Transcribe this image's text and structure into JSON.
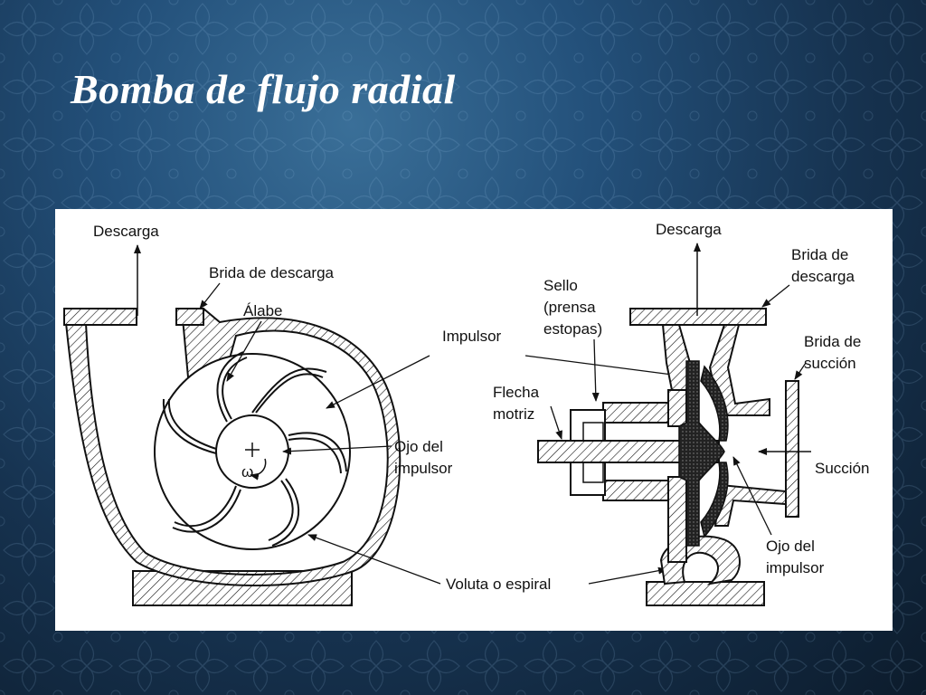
{
  "slide": {
    "title": "Bomba de flujo radial"
  },
  "diagram": {
    "left_pump": {
      "label_descarga": "Descarga",
      "label_brida_descarga": "Brida de descarga",
      "label_alabe": "Álabe",
      "label_ojo_line1": "Ojo del",
      "label_ojo_line2": "impulsor",
      "label_omega": "ω"
    },
    "right_pump": {
      "label_descarga": "Descarga",
      "label_brida_descarga_line1": "Brida de",
      "label_brida_descarga_line2": "descarga",
      "label_brida_succion_line1": "Brida de",
      "label_brida_succion_line2": "succión",
      "label_sello_line1": "Sello",
      "label_sello_line2": "(prensa",
      "label_sello_line3": "estopas)",
      "label_flecha_line1": "Flecha",
      "label_flecha_line2": "motriz",
      "label_succion": "Succión",
      "label_ojo_line1": "Ojo del",
      "label_ojo_line2": "impulsor"
    },
    "shared": {
      "label_impulsor": "Impulsor",
      "label_voluta": "Voluta o espiral"
    }
  }
}
